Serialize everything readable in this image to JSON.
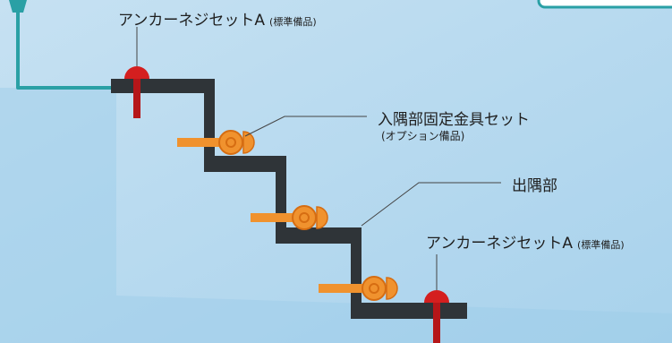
{
  "labels": {
    "anchor_top": {
      "main": "アンカーネジセットA",
      "note": "(標準備品)"
    },
    "inner_corner": {
      "main": "入隅部固定金具セット",
      "note": "(オプション備品)"
    },
    "outer_corner": {
      "main": "出隅部"
    },
    "anchor_bottom": {
      "main": "アンカーネジセットA",
      "note": "(標準備品)"
    }
  },
  "colors": {
    "background_light": "#bcdcef",
    "background_dark": "#9ccbe8",
    "rail": "#2f3438",
    "anchor_cap": "#d41f1f",
    "anchor_pin": "#b51619",
    "bracket": "#f0922e",
    "bracket_outline": "#d66d12",
    "hose": "#2aa0a5"
  }
}
